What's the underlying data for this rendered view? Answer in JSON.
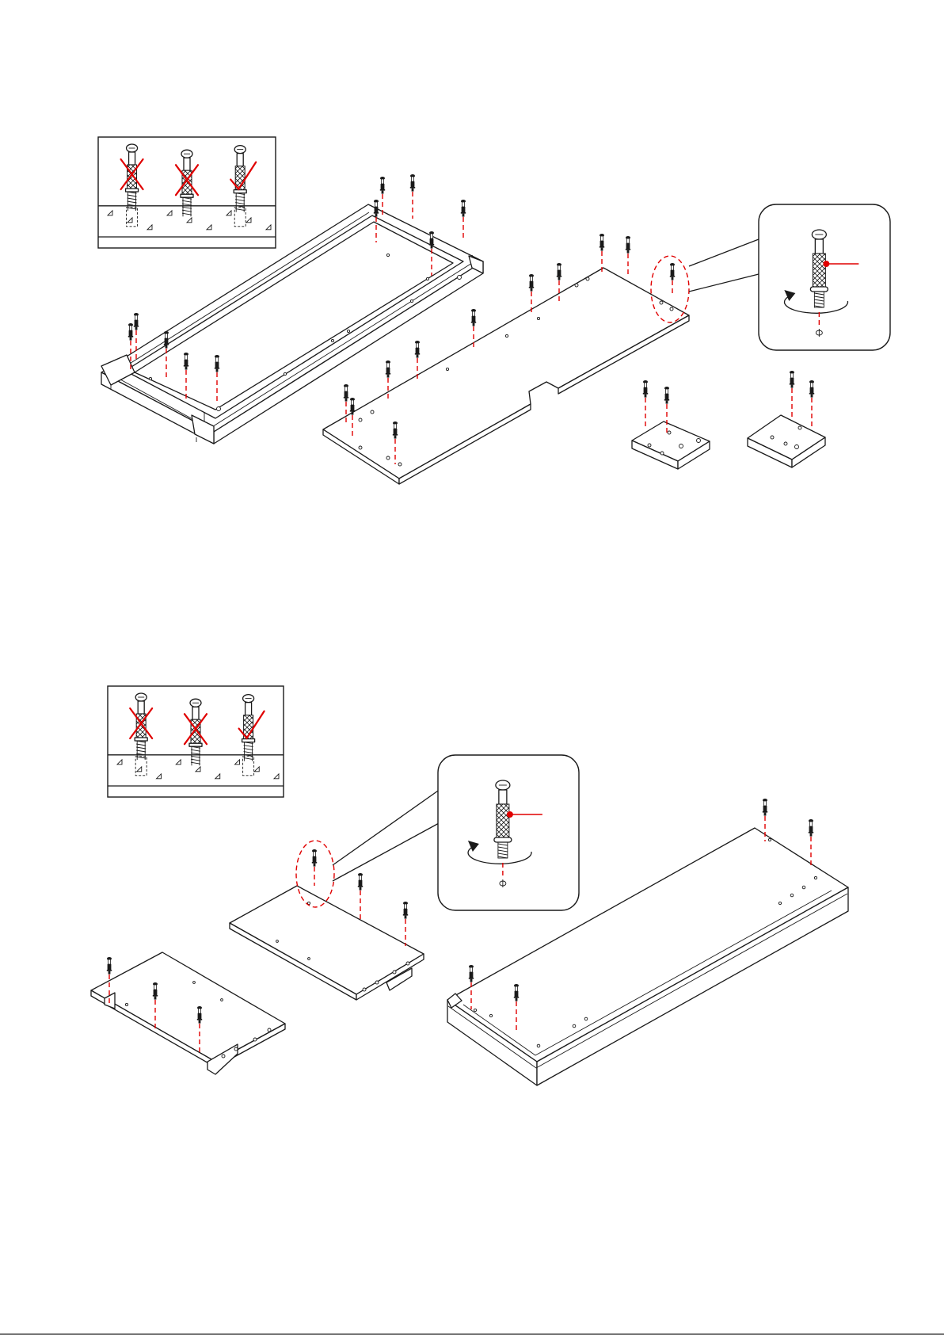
{
  "colors": {
    "line": "#1a1a1a",
    "accent_red": "#e00000",
    "background": "#ffffff"
  },
  "icons": {
    "cam_bolt": "cam-bolt-icon",
    "wrong_mark": "cross-mark-icon",
    "right_mark": "check-mark-icon",
    "rotate": "rotate-arrow-icon",
    "hole": "hole-icon"
  },
  "steps": [
    {
      "id": "upper-step",
      "inset_marks": [
        "wrong",
        "wrong",
        "right"
      ],
      "parts": [
        "long-frame",
        "top-panel",
        "small-block-a",
        "small-block-b"
      ]
    },
    {
      "id": "lower-step",
      "inset_marks": [
        "wrong",
        "wrong",
        "right"
      ],
      "parts": [
        "left-panel",
        "middle-panel",
        "long-base-box"
      ]
    }
  ]
}
